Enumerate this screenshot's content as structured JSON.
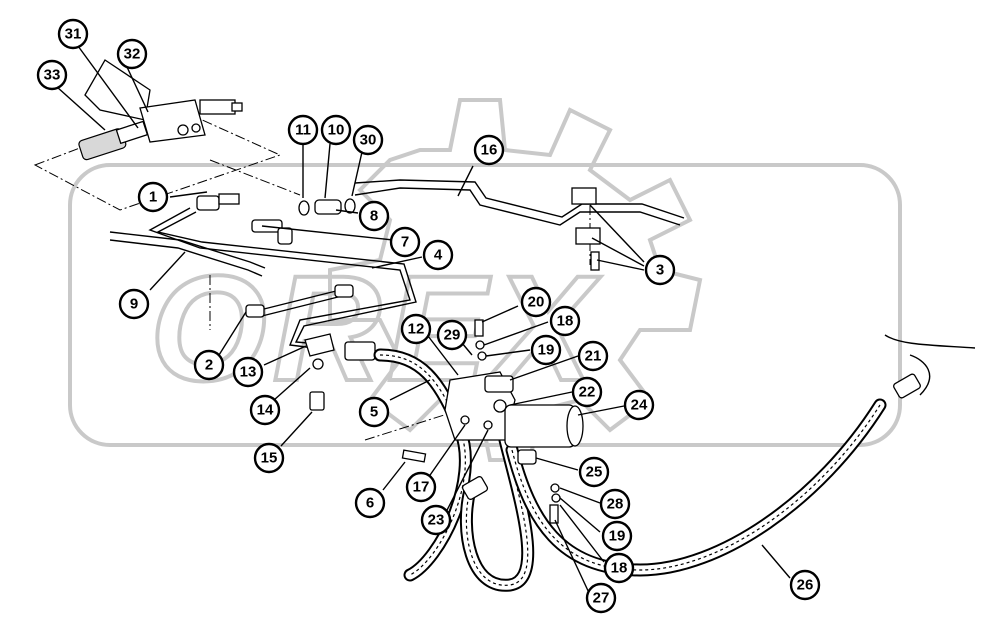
{
  "diagram": {
    "watermark": "OREX",
    "callouts": [
      {
        "id": "c1",
        "label": "1"
      },
      {
        "id": "c2",
        "label": "2"
      },
      {
        "id": "c3",
        "label": "3"
      },
      {
        "id": "c4",
        "label": "4"
      },
      {
        "id": "c5",
        "label": "5"
      },
      {
        "id": "c6",
        "label": "6"
      },
      {
        "id": "c7",
        "label": "7"
      },
      {
        "id": "c8",
        "label": "8"
      },
      {
        "id": "c9",
        "label": "9"
      },
      {
        "id": "c10",
        "label": "10"
      },
      {
        "id": "c11",
        "label": "11"
      },
      {
        "id": "c12",
        "label": "12"
      },
      {
        "id": "c13",
        "label": "13"
      },
      {
        "id": "c14",
        "label": "14"
      },
      {
        "id": "c15",
        "label": "15"
      },
      {
        "id": "c16",
        "label": "16"
      },
      {
        "id": "c17",
        "label": "17"
      },
      {
        "id": "c18a",
        "label": "18"
      },
      {
        "id": "c18b",
        "label": "18"
      },
      {
        "id": "c19a",
        "label": "19"
      },
      {
        "id": "c19b",
        "label": "19"
      },
      {
        "id": "c20",
        "label": "20"
      },
      {
        "id": "c21",
        "label": "21"
      },
      {
        "id": "c22",
        "label": "22"
      },
      {
        "id": "c23",
        "label": "23"
      },
      {
        "id": "c24",
        "label": "24"
      },
      {
        "id": "c25",
        "label": "25"
      },
      {
        "id": "c26",
        "label": "26"
      },
      {
        "id": "c27",
        "label": "27"
      },
      {
        "id": "c28",
        "label": "28"
      },
      {
        "id": "c29",
        "label": "29"
      },
      {
        "id": "c30",
        "label": "30"
      },
      {
        "id": "c31",
        "label": "31"
      },
      {
        "id": "c32",
        "label": "32"
      },
      {
        "id": "c33",
        "label": "33"
      }
    ]
  }
}
